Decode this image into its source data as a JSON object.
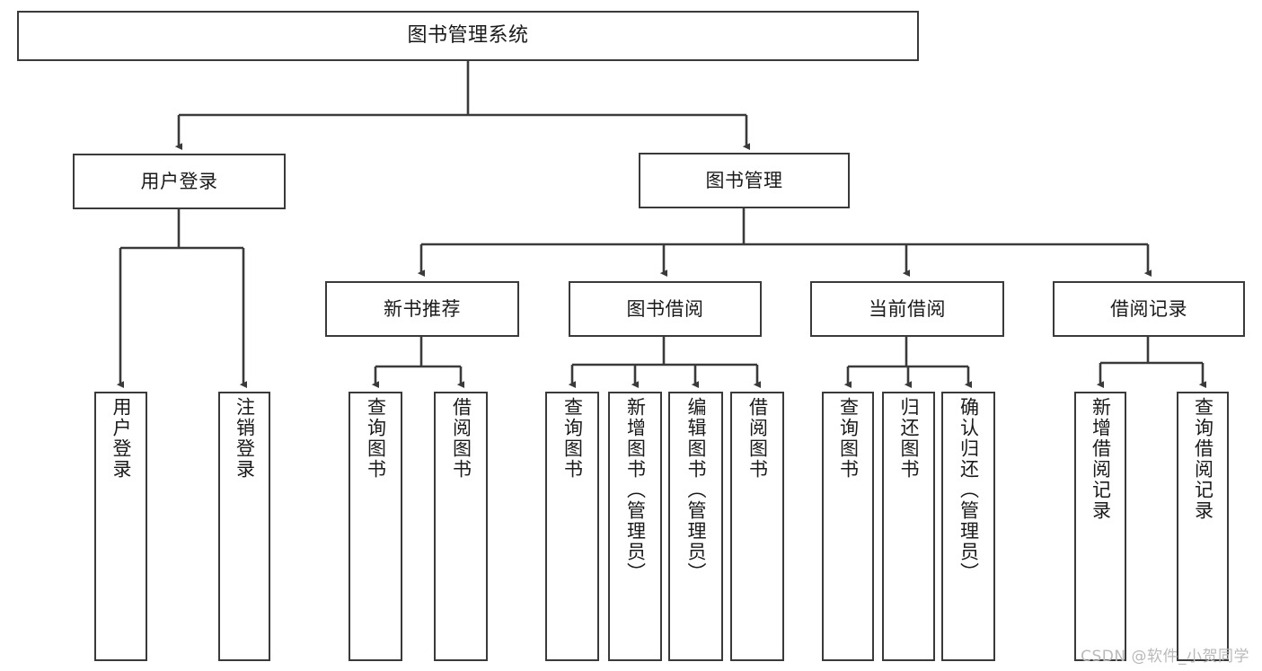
{
  "diagram": {
    "title": "图书管理系统",
    "watermark": "CSDN @软件_小贺同学",
    "colors": {
      "border": "#3a3a3a",
      "background": "#ffffff",
      "text": "#1a1a1a",
      "watermark": "#b9b9b9"
    },
    "nodes": {
      "root": {
        "label": "图书管理系统"
      },
      "level1": [
        {
          "label": "用户登录"
        },
        {
          "label": "图书管理"
        }
      ],
      "level2": [
        {
          "label": "新书推荐"
        },
        {
          "label": "图书借阅"
        },
        {
          "label": "当前借阅"
        },
        {
          "label": "借阅记录"
        }
      ],
      "leaves": {
        "user_login": [
          {
            "label": "用户登录"
          },
          {
            "label": "注销登录"
          }
        ],
        "new_book": [
          {
            "label": "查询图书"
          },
          {
            "label": "借阅图书"
          }
        ],
        "book_borrow": [
          {
            "label": "查询图书"
          },
          {
            "label": "新增图书（管理员）"
          },
          {
            "label": "编辑图书（管理员）"
          },
          {
            "label": "借阅图书"
          }
        ],
        "current_borrow": [
          {
            "label": "查询图书"
          },
          {
            "label": "归还图书"
          },
          {
            "label": "确认归还（管理员）"
          }
        ],
        "borrow_record": [
          {
            "label": "新增借阅记录"
          },
          {
            "label": "查询借阅记录"
          }
        ]
      }
    }
  }
}
